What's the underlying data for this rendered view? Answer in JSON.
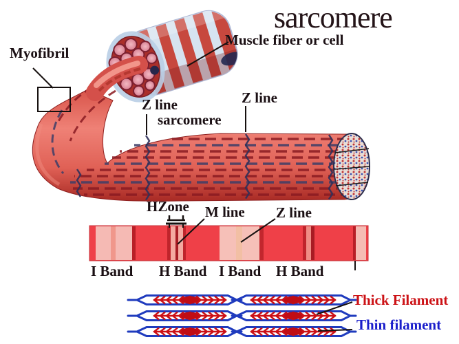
{
  "title": "sarcomere",
  "labels": {
    "muscle_fiber": "Muscle fiber or cell",
    "myofibril": "Myofibril",
    "z_line_left": "Z line",
    "sarcomere_segment": "sarcomere",
    "z_line_right": "Z line",
    "h_zone": "HZone",
    "m_line": "M line",
    "z_line_band": "Z line",
    "thick_filament": "Thick Filament",
    "thin_filament": "Thin filament"
  },
  "band_labels": [
    {
      "label": "I Band"
    },
    {
      "label": "H Band"
    },
    {
      "label": "I Band"
    },
    {
      "label": "H Band"
    }
  ],
  "colors": {
    "label_ink": "#1a0f13",
    "thick_filament_text": "#cc1216",
    "thin_filament_text": "#1a1ecb",
    "band_red": "#ef4048",
    "band_light_pink": "#f5bab4",
    "band_dark_line": "#b81f27",
    "thin_filament_blue": "#1f3bbe",
    "thick_filament_red": "#cc1016"
  }
}
